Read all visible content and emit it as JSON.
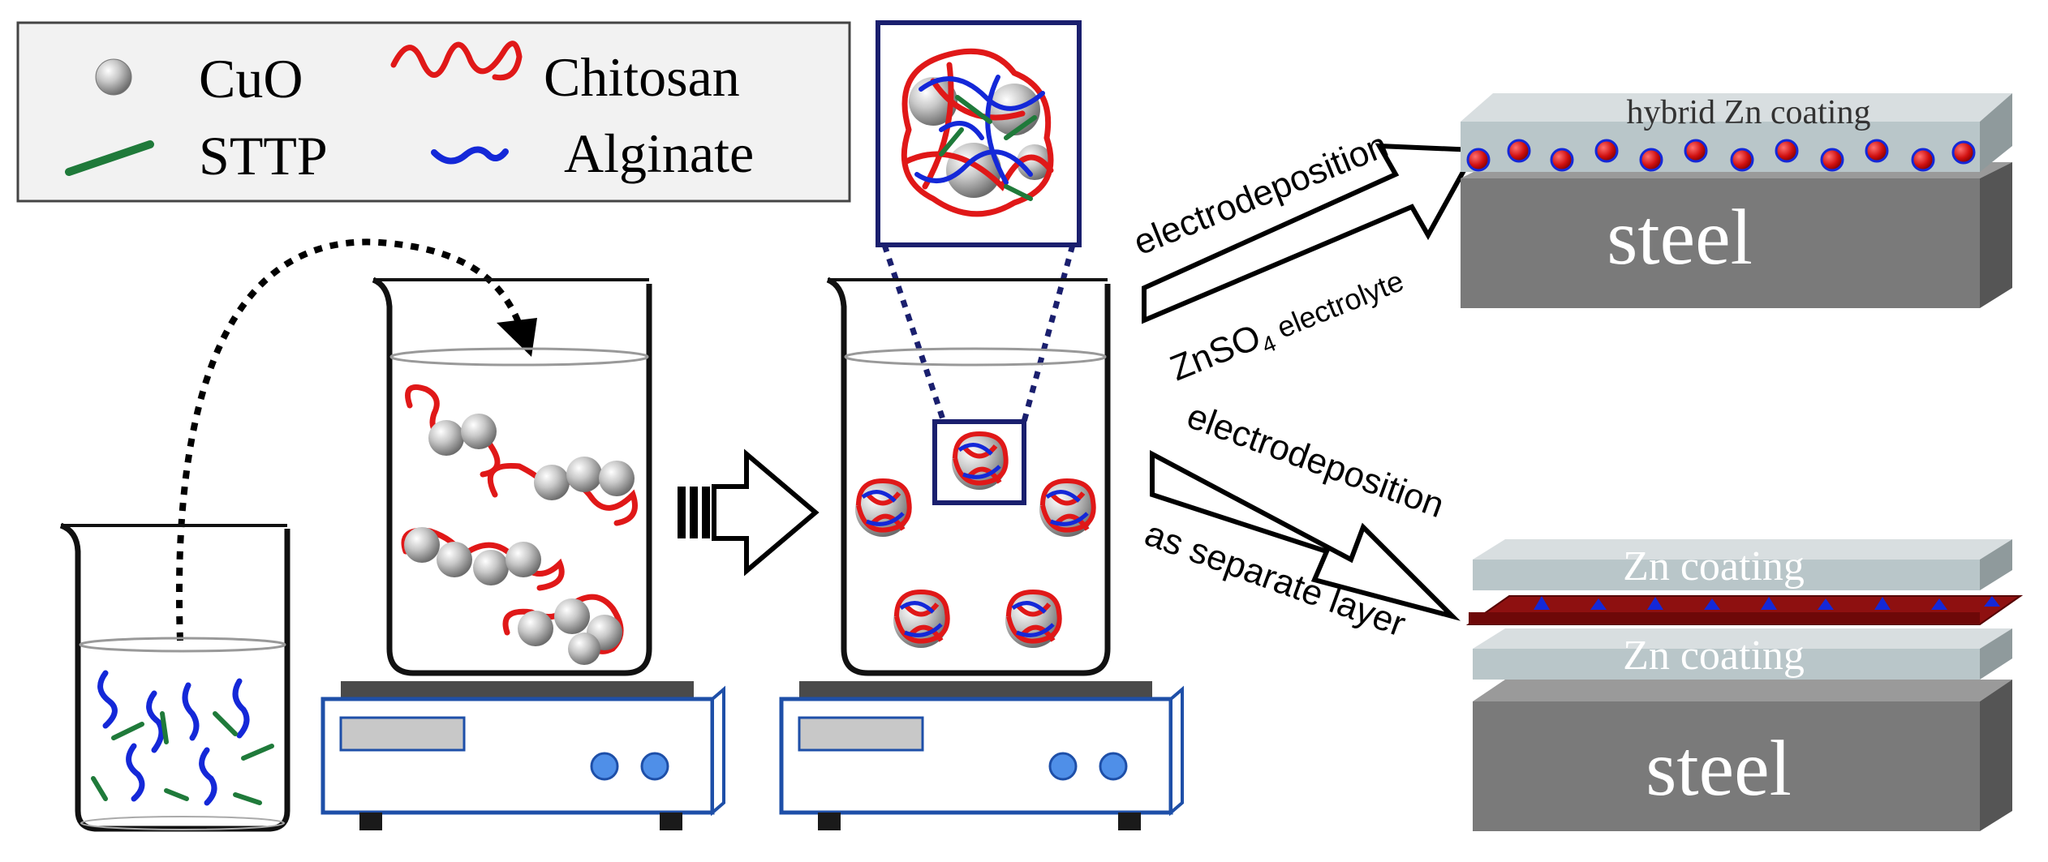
{
  "legend": {
    "cuo": "CuO",
    "chitosan": "Chitosan",
    "sttp": "STTP",
    "alginate": "Alginate"
  },
  "top_path": {
    "arrow_label": "electrodeposition",
    "electrolyte_main": "ZnSO",
    "electrolyte_sub": "4",
    "electrolyte_rest": " electrolyte",
    "coating_label": "hybrid Zn coating",
    "substrate_label": "steel"
  },
  "bottom_path": {
    "arrow_label": "electrodeposition",
    "arrow_sublabel": "as separate layer",
    "upper_coating_label": "Zn coating",
    "lower_coating_label": "Zn coating",
    "substrate_label": "steel"
  },
  "colors": {
    "chitosan": "#e01818",
    "alginate": "#1428d8",
    "sttp": "#1f7a3a",
    "cuo": "#b8b8b8",
    "steel_top": "#9a9a9a",
    "steel_front": "#7a7a7a",
    "steel_side": "#555555",
    "zn_layer": "#b9c6c9",
    "hybrid_layer": "#8e1010",
    "stirrer_frame": "#1e4fa8",
    "stirrer_button": "#4f8fe8"
  }
}
